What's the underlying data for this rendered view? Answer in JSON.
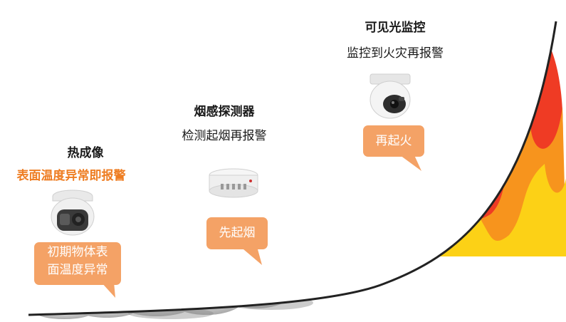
{
  "stage1": {
    "title": "热成像",
    "subtitle": "表面温度异常即报警",
    "bubble_line1": "初期物体表",
    "bubble_line2": "面温度异常",
    "device_icon": "thermal-camera-icon"
  },
  "stage2": {
    "title": "烟感探测器",
    "subtitle": "检测起烟再报警",
    "bubble": "先起烟",
    "device_icon": "smoke-detector-icon"
  },
  "stage3": {
    "title": "可见光监控",
    "subtitle": "监控到火灾再报警",
    "bubble": "再起火",
    "device_icon": "dome-camera-icon"
  },
  "colors": {
    "accent": "#ee7d22",
    "bubble": "#f4a266",
    "flame_red": "#ef3b24",
    "flame_orange": "#f7941d",
    "flame_yellow": "#fcd116",
    "smoke": "#c9c9c9"
  }
}
